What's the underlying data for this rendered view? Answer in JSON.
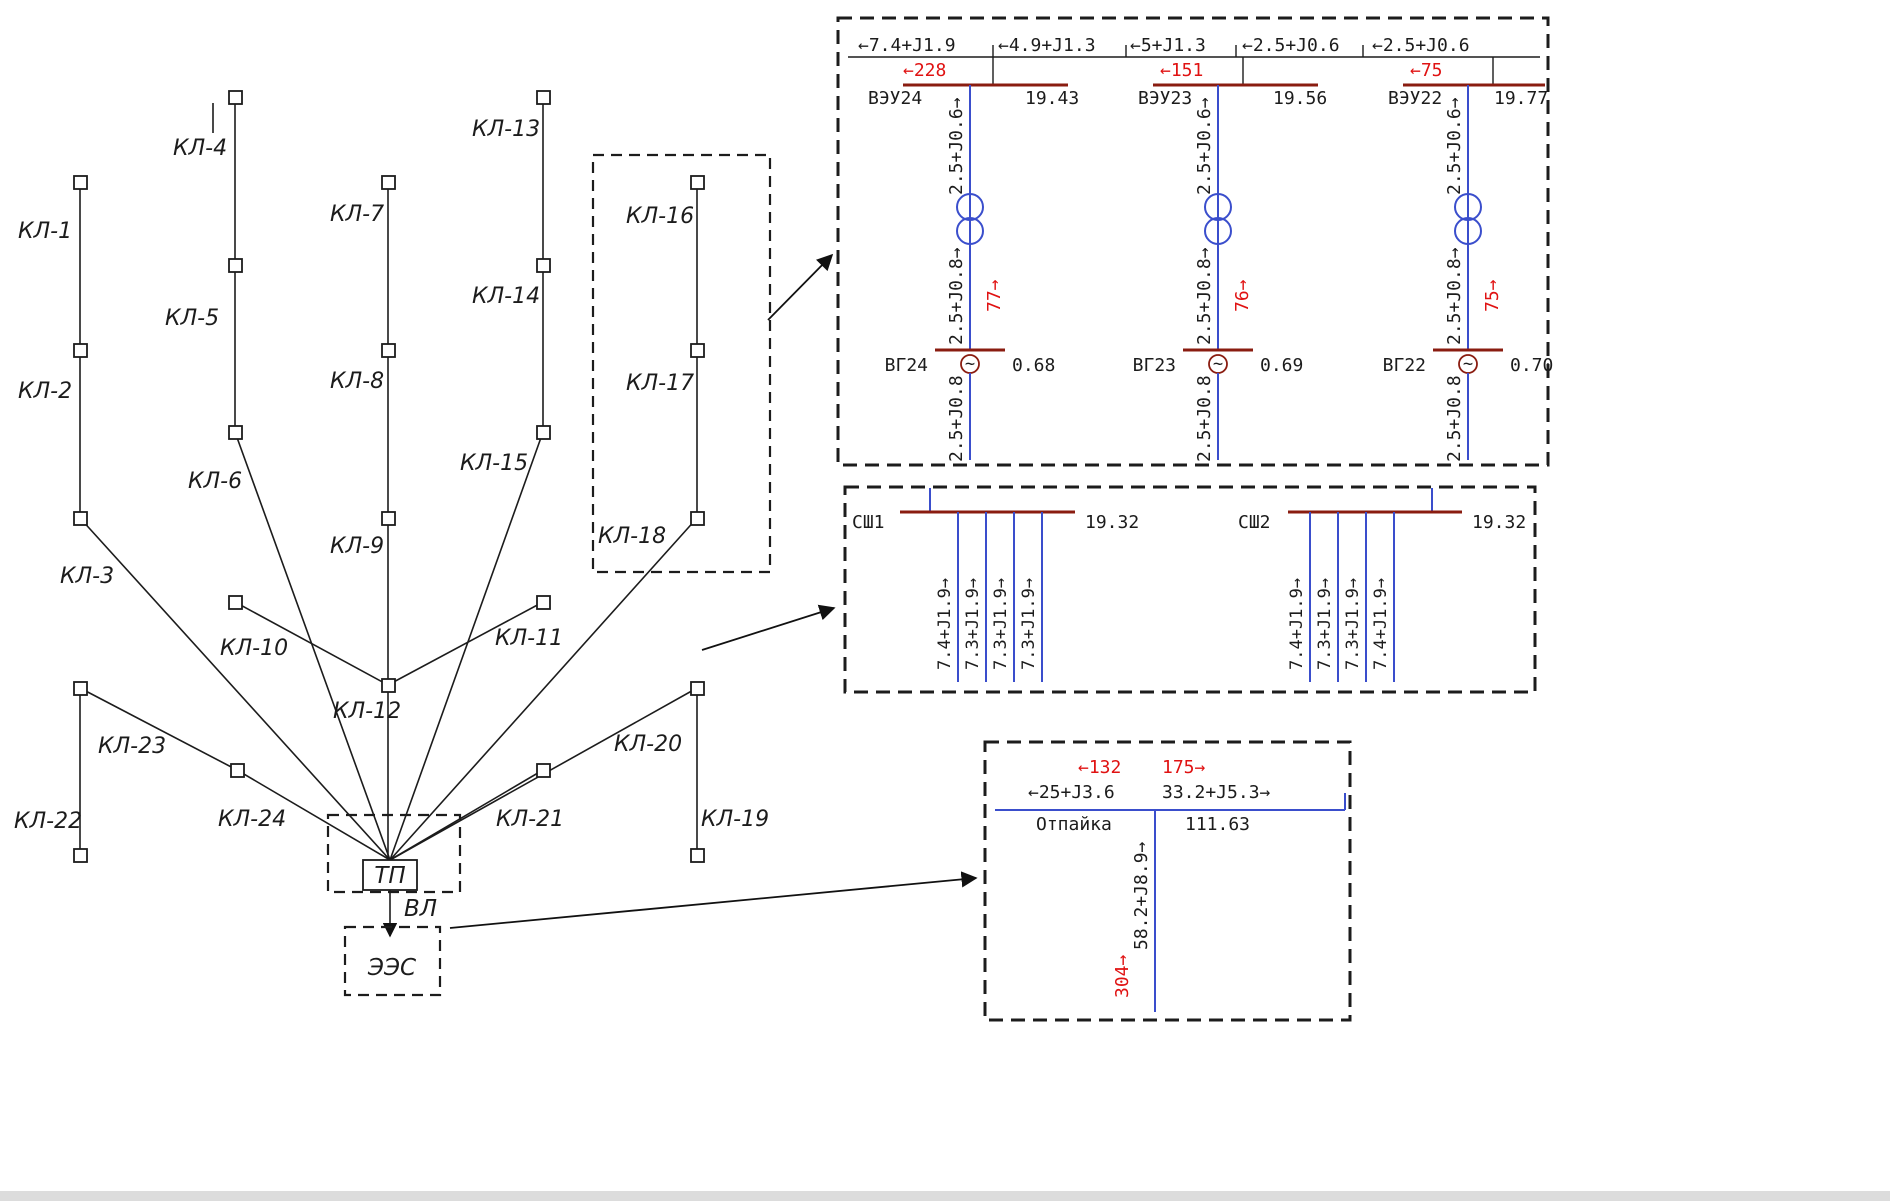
{
  "colors": {
    "line": "#1c1c1c",
    "branch_blue": "#3a4ecc",
    "bus_maroon": "#8a1c10",
    "accent_red": "#e01212"
  },
  "network": {
    "tp": "ТП",
    "vl": "ВЛ",
    "ees": "ЭЭС",
    "cables": [
      "КЛ-1",
      "КЛ-2",
      "КЛ-3",
      "КЛ-4",
      "КЛ-5",
      "КЛ-6",
      "КЛ-7",
      "КЛ-8",
      "КЛ-9",
      "КЛ-10",
      "КЛ-11",
      "КЛ-12",
      "КЛ-13",
      "КЛ-14",
      "КЛ-15",
      "КЛ-16",
      "КЛ-17",
      "КЛ-18",
      "КЛ-19",
      "КЛ-20",
      "КЛ-21",
      "КЛ-22",
      "КЛ-23",
      "КЛ-24"
    ]
  },
  "weu": {
    "flows": [
      "←7.4+J1.9",
      "←4.9+J1.3",
      "←5+J1.3",
      "←2.5+J0.6",
      "←2.5+J0.6"
    ],
    "units": [
      {
        "name": "ВЭУ24",
        "current": "←228",
        "voltage": "19.43",
        "flow_upper": "2.5+J0.6→",
        "flow_lower": "2.5+J0.8→",
        "gen_current": "77→",
        "gen_name": "ВГ24",
        "gen_voltage": "0.68",
        "stub": "2.5+J0.8",
        "gen_symbol": "~"
      },
      {
        "name": "ВЭУ23",
        "current": "←151",
        "voltage": "19.56",
        "flow_upper": "2.5+J0.6→",
        "flow_lower": "2.5+J0.8→",
        "gen_current": "76→",
        "gen_name": "ВГ23",
        "gen_voltage": "0.69",
        "stub": "2.5+J0.8",
        "gen_symbol": "~"
      },
      {
        "name": "ВЭУ22",
        "current": "←75",
        "voltage": "19.77",
        "flow_upper": "2.5+J0.6→",
        "flow_lower": "2.5+J0.8→",
        "gen_current": "75→",
        "gen_name": "ВГ22",
        "gen_voltage": "0.70",
        "stub": "2.5+J0.8",
        "gen_symbol": "~"
      }
    ]
  },
  "buses": {
    "sections": [
      {
        "name": "СШ1",
        "voltage": "19.32",
        "feeders": [
          "7.4+J1.9→",
          "7.3+J1.9→",
          "7.3+J1.9→",
          "7.3+J1.9→"
        ]
      },
      {
        "name": "СШ2",
        "voltage": "19.32",
        "feeders": [
          "7.4+J1.9→",
          "7.3+J1.9→",
          "7.3+J1.9→",
          "7.4+J1.9→"
        ]
      }
    ]
  },
  "tap": {
    "current_left": "←132",
    "current_right": "175→",
    "flow_left": "←25+J3.6",
    "flow_right": "33.2+J5.3→",
    "name": "Отпайка",
    "voltage": "111.63",
    "branch_flow": "58.2+J8.9→",
    "branch_current": "304→"
  }
}
